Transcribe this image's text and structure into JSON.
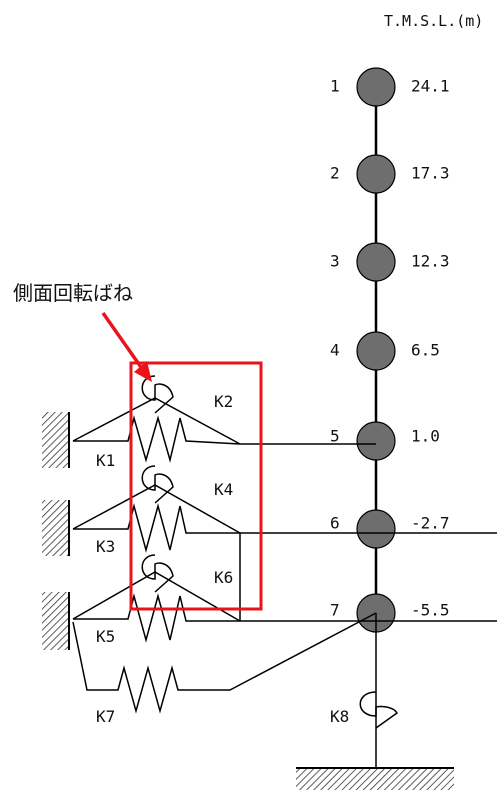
{
  "unit_header": "T.M.S.L.(m)",
  "annotation": "側面回転ばね",
  "colors": {
    "node_fill": "#6e6e6e",
    "line": "#000000",
    "highlight": "#e8141a"
  },
  "nodes": [
    {
      "id": "1",
      "elevation": "24.1"
    },
    {
      "id": "2",
      "elevation": "17.3"
    },
    {
      "id": "3",
      "elevation": "12.3"
    },
    {
      "id": "4",
      "elevation": "6.5"
    },
    {
      "id": "5",
      "elevation": "1.0"
    },
    {
      "id": "6",
      "elevation": "-2.7"
    },
    {
      "id": "7",
      "elevation": "-5.5"
    }
  ],
  "springs": {
    "k1": "K1",
    "k2": "K2",
    "k3": "K3",
    "k4": "K4",
    "k5": "K5",
    "k6": "K6",
    "k7": "K7",
    "k8": "K8"
  }
}
